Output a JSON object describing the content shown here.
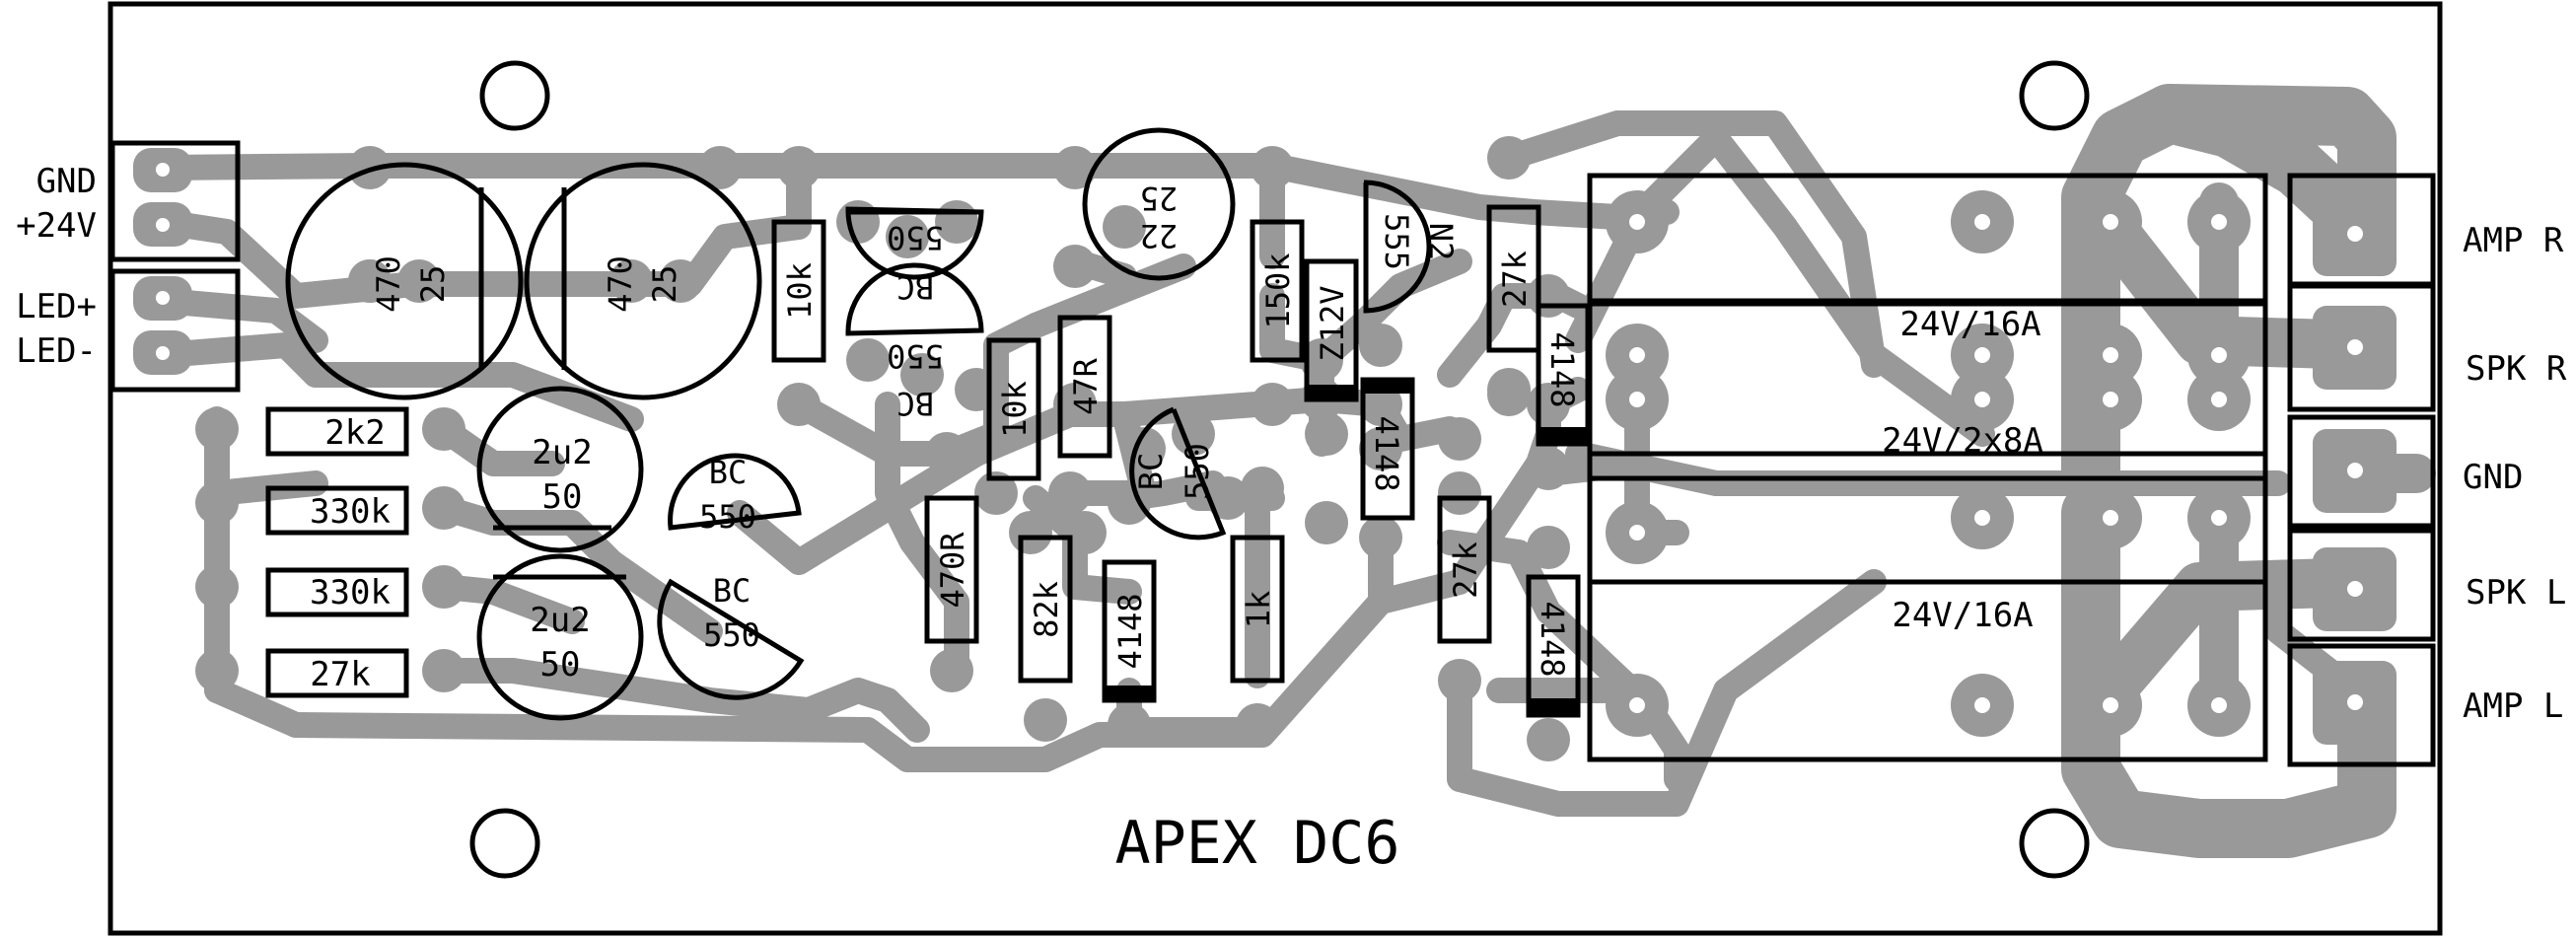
{
  "board": {
    "title": "APEX DC6",
    "colors": {
      "copper": "#999999",
      "silk": "#000000",
      "background": "#ffffff"
    }
  },
  "connectors": {
    "left": [
      "GND",
      "+24V",
      "LED+",
      "LED-"
    ],
    "right": [
      "AMP R",
      "SPK R",
      "GND",
      "SPK L",
      "AMP L"
    ]
  },
  "relays": {
    "upper": "24V/16A",
    "middle": "24V/2x8A",
    "lower": "24V/16A"
  },
  "capacitors": {
    "c1": [
      "470",
      "25"
    ],
    "c2": [
      "470",
      "25"
    ],
    "c3": [
      "2u2",
      "50"
    ],
    "c4": [
      "2u2",
      "50"
    ],
    "c5": [
      "25",
      "22"
    ]
  },
  "transistors": {
    "t1": [
      "550",
      "BC"
    ],
    "t2": [
      "550",
      "BC"
    ],
    "t3": [
      "BC",
      "550"
    ],
    "t4": [
      "BC",
      "550"
    ],
    "t5": [
      "BC",
      "550"
    ],
    "t6": [
      "555",
      "N2"
    ]
  },
  "resistors": {
    "r_2k2": "2k2",
    "r_330k_a": "330k",
    "r_330k_b": "330k",
    "r_27k_a": "27k",
    "r_10k_a": "10k",
    "r_10k_b": "10k",
    "r_47r": "47R",
    "r_470r": "470R",
    "r_82k": "82k",
    "r_150k": "150k",
    "r_1k": "1k",
    "r_27k_b": "27k",
    "r_27k_c": "27k"
  },
  "diodes": {
    "d_z12": "Z12V",
    "d_4148_a": "4148",
    "d_4148_b": "4148",
    "d_4148_c": "4148",
    "d_4148_d": "4148"
  }
}
